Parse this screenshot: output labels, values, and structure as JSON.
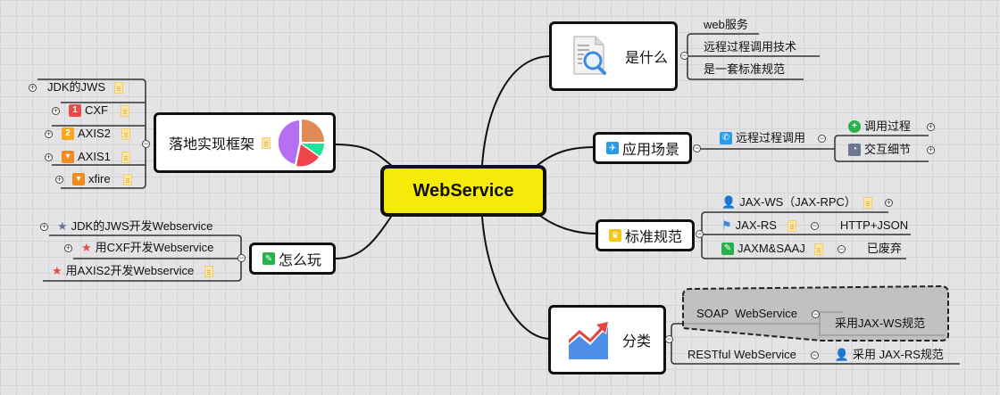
{
  "central": {
    "label": "WebService"
  },
  "colors": {
    "central_fill": "#f5ea0a",
    "background": "#e4e4e6",
    "selection_fill": "#b8b8b8"
  },
  "left": {
    "frameworks": {
      "label": "落地实现框架",
      "icon": "pie-chart-icon",
      "children": [
        {
          "label": "JDK的JWS",
          "icon": null,
          "note": true
        },
        {
          "label": "CXF",
          "icon": "priority-1-icon",
          "badge": "1",
          "note": true
        },
        {
          "label": "AXIS2",
          "icon": "priority-2-icon",
          "badge": "2",
          "note": true
        },
        {
          "label": "AXIS1",
          "icon": "thumbs-down-icon",
          "note": true
        },
        {
          "label": "xfire",
          "icon": "thumbs-down-icon",
          "note": true
        }
      ]
    },
    "howto": {
      "label": "怎么玩",
      "icon": "pencil-icon",
      "children": [
        {
          "label": "JDK的JWS开发Webservice",
          "icon": "star-gray-icon"
        },
        {
          "label": "用CXF开发Webservice",
          "icon": "star-red-icon"
        },
        {
          "label": "用AXIS2开发Webservice",
          "icon": "star-red-icon",
          "note": true
        }
      ]
    }
  },
  "right": {
    "what": {
      "label": "是什么",
      "icon": "document-search-icon",
      "children": [
        "web服务",
        "远程过程调用技术",
        "是一套标准规范"
      ]
    },
    "scenario": {
      "label": "应用场景",
      "icon": "airplane-icon",
      "child": {
        "label": "远程过程调用",
        "icon": "phone-icon",
        "children": [
          {
            "label": "调用过程",
            "icon": "plus-circle-icon"
          },
          {
            "label": "交互细节",
            "icon": "pie-small-icon"
          }
        ]
      }
    },
    "standards": {
      "label": "标准规范",
      "icon": "trophy-icon",
      "children": [
        {
          "label": "JAX-WS（JAX-RPC）",
          "icon": "person-icon",
          "note": true
        },
        {
          "label": "JAX-RS",
          "icon": "flag-icon",
          "note": true,
          "child": "HTTP+JSON"
        },
        {
          "label": "JAXM&SAAJ",
          "icon": "pencil-icon",
          "note": true,
          "child": "已废弃"
        }
      ]
    },
    "category": {
      "label": "分类",
      "icon": "trend-chart-icon",
      "children": [
        {
          "label": "SOAP  WebService",
          "child": "采用JAX-WS规范"
        },
        {
          "label": "RESTful WebService",
          "child": "采用 JAX-RS规范",
          "child_icon": "person-icon"
        }
      ]
    }
  }
}
